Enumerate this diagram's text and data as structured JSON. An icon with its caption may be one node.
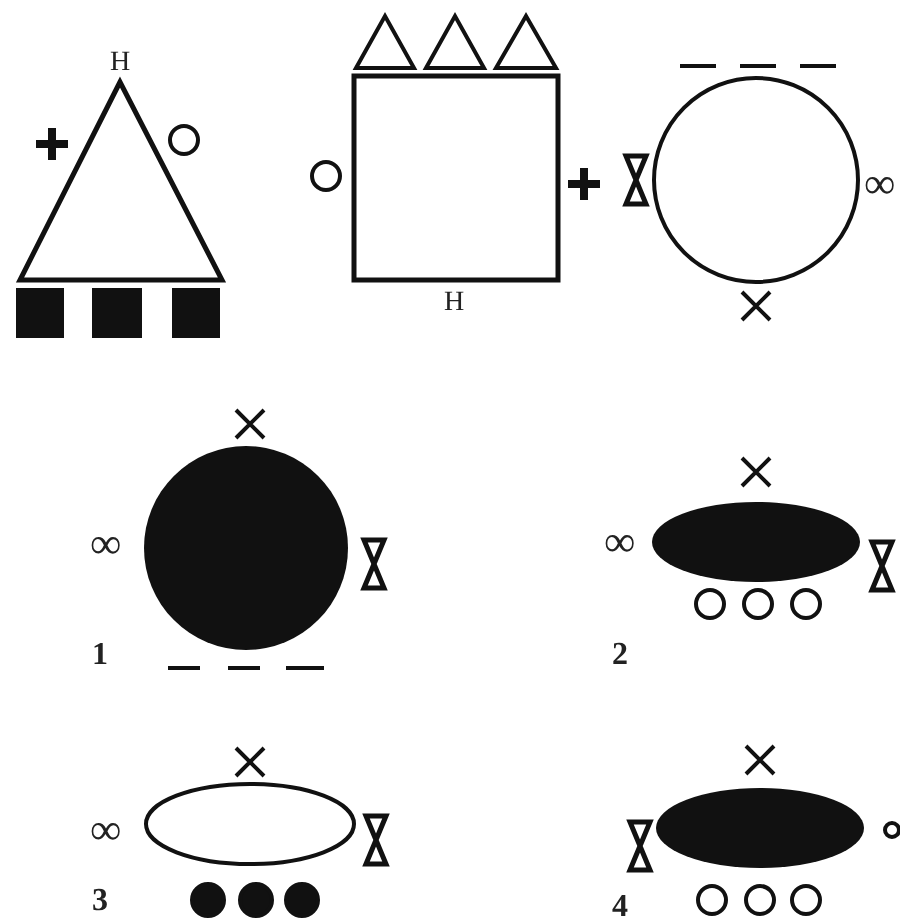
{
  "diagram": {
    "labels": [
      "H",
      "H",
      "∞",
      "∞",
      "1",
      "∞",
      "2",
      "∞",
      "3",
      "4"
    ]
  }
}
